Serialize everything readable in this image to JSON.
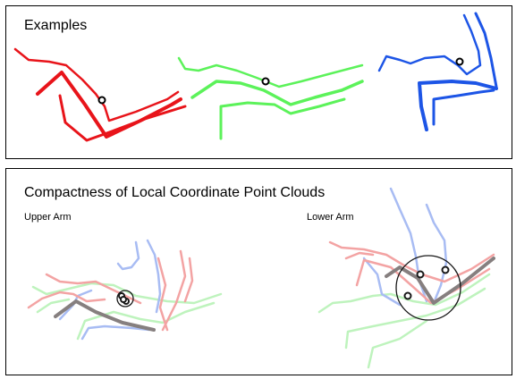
{
  "examples": {
    "title": "Examples",
    "colors": {
      "red": "#e8141a",
      "green": "#5cf25a",
      "blue": "#1d55e6"
    }
  },
  "compactness": {
    "title": "Compactness of Local Coordinate Point Clouds",
    "upper_label": "Upper Arm",
    "lower_label": "Lower Arm",
    "colors": {
      "red": "#f29a9a",
      "green": "#b8f2b6",
      "blue": "#9fb5f2",
      "mean": "#7a7272"
    }
  }
}
